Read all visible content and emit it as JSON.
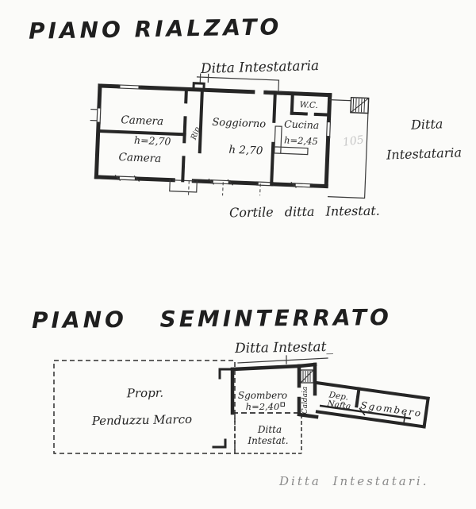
{
  "paper": {
    "background": "#fbfbf9",
    "ink": "#262626"
  },
  "upper": {
    "title": "PIANO RIALZATO",
    "top_label": "Ditta Intestataria",
    "right_label_1": "Ditta",
    "right_label_2": "Intestataria",
    "bottom_label": "Cortile ditta Intestat.",
    "pencil_note": "105",
    "rooms": {
      "camera_top": "Camera",
      "camera_h": "h=2,70",
      "camera_bottom": "Camera",
      "rip": "Rip.",
      "soggiorno": "Soggiorno",
      "soggiorno_h": "h 2,70",
      "cucina": "Cucina",
      "cucina_h": "h=2,45",
      "wc": "W.C."
    }
  },
  "lower": {
    "title": "PIANO SEMINTERRATO",
    "top_label": "Ditta Intestat_",
    "bottom_label": "Ditta Intestatari.",
    "areas": {
      "propr_1": "Propr.",
      "propr_2": "Penduzzu Marco",
      "sgombero": "Sgombero",
      "sgombero_h": "h=2,40",
      "ditta_1": "Ditta",
      "ditta_2": "Intestat.",
      "caldaia": "Caldaia",
      "dep_1": "Dep.",
      "dep_2": "Nafta",
      "sgombero_wing": "Sgombero"
    }
  }
}
